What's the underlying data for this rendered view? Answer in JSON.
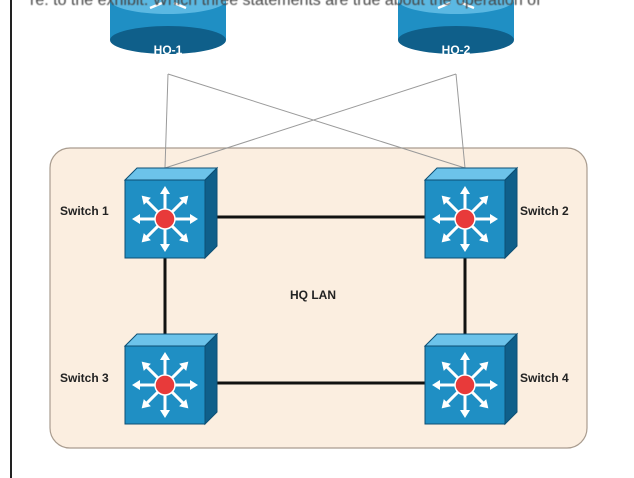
{
  "header_text": "re.  to  the  exhibit.  Which  three  statements  are  true  about  the  operation  of",
  "routers": [
    {
      "id": "hq1",
      "label": "HQ-1"
    },
    {
      "id": "hq2",
      "label": "HQ-2"
    }
  ],
  "switches": [
    {
      "id": "sw1",
      "label": "Switch 1"
    },
    {
      "id": "sw2",
      "label": "Switch 2"
    },
    {
      "id": "sw3",
      "label": "Switch 3"
    },
    {
      "id": "sw4",
      "label": "Switch 4"
    }
  ],
  "lan_label": "HQ LAN",
  "links": [
    {
      "from": "hq1",
      "to": "sw1",
      "type": "uplink"
    },
    {
      "from": "hq1",
      "to": "sw2",
      "type": "uplink"
    },
    {
      "from": "hq2",
      "to": "sw1",
      "type": "uplink"
    },
    {
      "from": "hq2",
      "to": "sw2",
      "type": "uplink"
    },
    {
      "from": "sw1",
      "to": "sw2",
      "type": "trunk"
    },
    {
      "from": "sw1",
      "to": "sw3",
      "type": "trunk"
    },
    {
      "from": "sw2",
      "to": "sw4",
      "type": "trunk"
    },
    {
      "from": "sw3",
      "to": "sw4",
      "type": "trunk"
    }
  ],
  "colors": {
    "lan_fill": "#fbeee0",
    "lan_border": "#a99c8f",
    "device_blue": "#1f8fc4",
    "device_dark": "#0f5f8a",
    "hub_red": "#e83a3a",
    "uplink": "#9a9a9a",
    "trunk": "#111111"
  }
}
